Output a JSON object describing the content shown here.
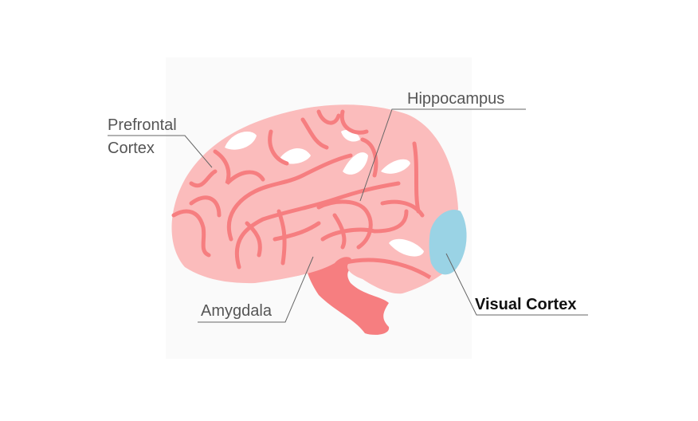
{
  "labels": {
    "prefrontal_line1": "Prefrontal",
    "prefrontal_line2": "Cortex",
    "hippocampus": "Hippocampus",
    "amygdala": "Amygdala",
    "visual_cortex": "Visual Cortex"
  },
  "highlighted": "visual_cortex",
  "colors": {
    "brain": "#fbbcbc",
    "vessels": "#f67e80",
    "brainstem": "#f67e80",
    "visual_cortex": "#9ad3e5",
    "leader_lines": "#666666"
  }
}
